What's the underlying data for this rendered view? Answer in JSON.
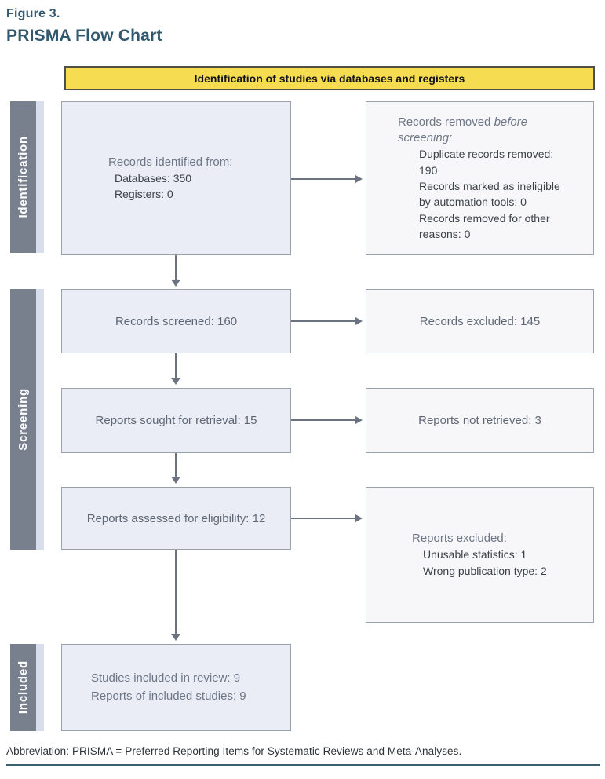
{
  "page": {
    "figure_label": "Figure 3.",
    "title": "PRISMA Flow Chart",
    "footer": "Abbreviation: PRISMA = Preferred Reporting Items for Systematic Reviews and Meta-Analyses."
  },
  "banner": {
    "label": "Identification of studies via databases and registers"
  },
  "stages": [
    {
      "label": "Identification"
    },
    {
      "label": "Screening"
    },
    {
      "label": "Included"
    }
  ],
  "boxes": {
    "records_identified": {
      "heading": "Records identified from:",
      "lines": [
        "Databases: 350",
        "Registers: 0"
      ]
    },
    "records_removed": {
      "heading_normal": "Records removed ",
      "heading_italic": "before screening:",
      "lines": [
        "Duplicate records removed: 190",
        "Records marked as ineligible by automation tools: 0",
        "Records removed for other reasons: 0"
      ]
    },
    "records_screened": {
      "label": "Records screened: 160"
    },
    "records_excluded": {
      "label": "Records excluded: 145"
    },
    "reports_sought": {
      "label": "Reports sought for retrieval: 15"
    },
    "reports_not_retrieved": {
      "label": "Reports not retrieved: 3"
    },
    "reports_assessed": {
      "label": "Reports assessed for eligibility: 12"
    },
    "reports_excluded": {
      "heading": "Reports excluded:",
      "lines": [
        "Unusable statistics: 1",
        "Wrong publication type: 2"
      ]
    },
    "studies_included": {
      "lines": [
        "Studies included in review: 9",
        "Reports of included studies: 9"
      ]
    }
  },
  "colors": {
    "title_accent": "#31586f",
    "banner_bg": "#f6dc50",
    "banner_border": "#4f5046",
    "sidebar_bg": "#78808e",
    "sidebar_strip": "#d9deec",
    "box_left_bg": "#eaedf6",
    "box_right_bg": "#f7f7f9",
    "box_border": "#9aa2ae",
    "arrow": "#6b7380",
    "text_gray": "#6e7787",
    "text_dark": "#3b4148"
  }
}
